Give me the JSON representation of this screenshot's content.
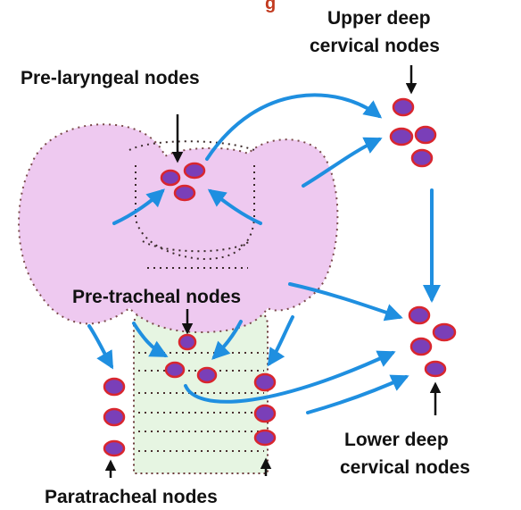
{
  "labels": {
    "top_cropped": "g",
    "upper_deep_line1": "Upper deep",
    "upper_deep_line2": "cervical nodes",
    "pre_laryngeal": "Pre-laryngeal nodes",
    "pre_tracheal": "Pre-tracheal nodes",
    "lower_deep_line1": "Lower deep",
    "lower_deep_line2": "cervical nodes",
    "paratracheal": "Paratracheal nodes"
  },
  "colors": {
    "thyroid_fill": "#eec9f0",
    "trachea_fill": "#e6f5e2",
    "node_fill": "#7a3fb8",
    "node_rim": "#d9262e",
    "flow_arrow": "#1f8fe0",
    "pointer_arrow": "#111111",
    "outline_dots": "#5a2a2a"
  }
}
